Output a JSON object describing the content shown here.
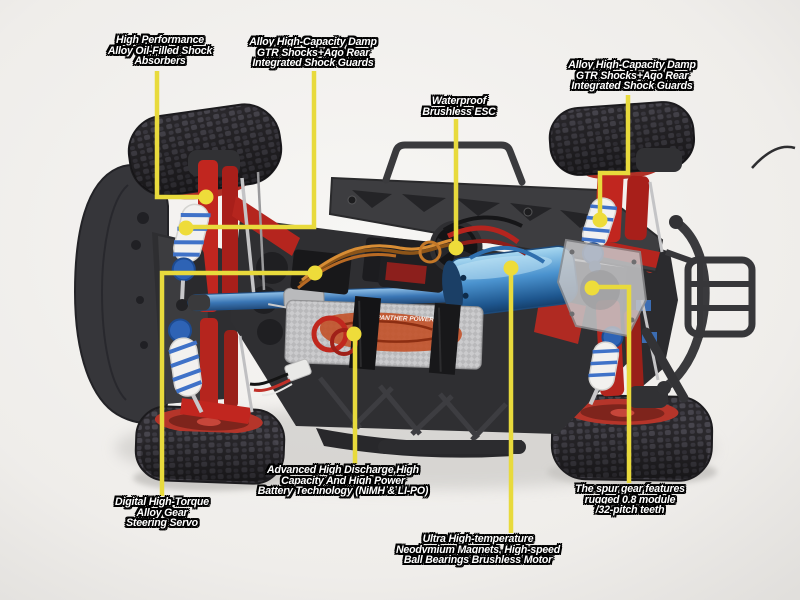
{
  "scene": {
    "subject": "RC car chassis top view with part callouts",
    "background_color": "#f1f0ee",
    "annotation": {
      "line_color": "#e8da3c",
      "dot_color": "#eedc3a",
      "text_color": "#ffffff",
      "text_outline_color": "#000000"
    },
    "part_colors": {
      "suspension_red": "#bf2620",
      "shock_blue": "#2e63b5",
      "motor_blue": "#3c86c6",
      "rim_red": "#b5352a",
      "tire_dark": "#2a282c"
    }
  },
  "callouts": [
    {
      "id": "front-shocks",
      "lines": [
        "High Performance",
        "Alloy Oil-Filled Shock",
        "Absorbers"
      ]
    },
    {
      "id": "shock-guards-left",
      "lines": [
        "Alloy High-Capacity Damp",
        "GTR Shocks+Ago Rear",
        "Integrated Shock Guards"
      ]
    },
    {
      "id": "esc",
      "lines": [
        "Waterproof",
        "Brushless ESC"
      ]
    },
    {
      "id": "shock-guards-right",
      "lines": [
        "Alloy High-Capacity Damp",
        "GTR Shocks+Ago Rear",
        "Integrated Shock Guards"
      ]
    },
    {
      "id": "steering-servo",
      "lines": [
        "Digital High-Torque",
        "Alloy Gear",
        "Steering Servo"
      ]
    },
    {
      "id": "battery",
      "lines": [
        "Advanced High Discharge,High",
        "Capacity And High Power",
        "Battery Technology (NiMH & LI-PO)"
      ]
    },
    {
      "id": "motor",
      "lines": [
        "Ultra High-temperature",
        "Neodymium Magnets, High-speed",
        "Ball Bearings Brushless Motor"
      ]
    },
    {
      "id": "spur-gear",
      "lines": [
        "The spur gear features",
        "rugged 0.8 module",
        "/32-pitch teeth"
      ]
    }
  ],
  "battery_print": "PANTHER POWER"
}
